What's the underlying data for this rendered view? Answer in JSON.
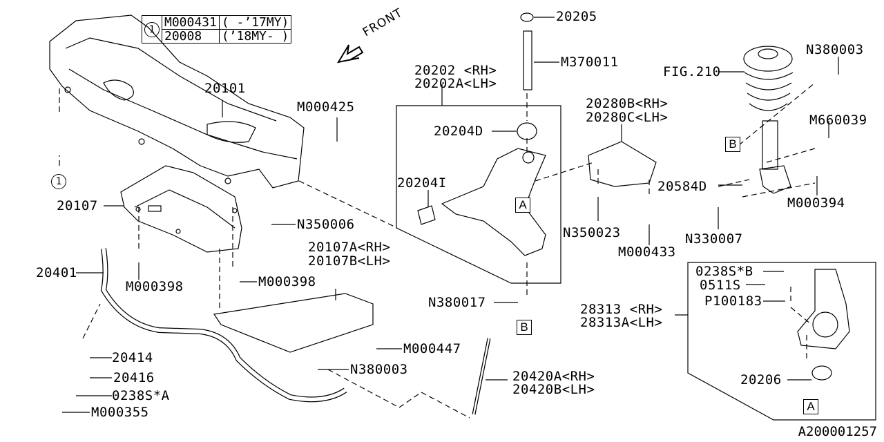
{
  "diagram": {
    "figure_id": "A200001257",
    "direction_label": "FRONT",
    "legend": {
      "marker": "1",
      "rows": [
        {
          "part": "M000431",
          "range": "( -’17MY)"
        },
        {
          "part": "20008",
          "range": "(’18MY- )"
        }
      ]
    },
    "callouts": {
      "p20101": "20101",
      "p20107": "20107",
      "pM000425": "M000425",
      "pN350006": "N350006",
      "pM000398a": "M000398",
      "pM000398b": "M000398",
      "p20401": "20401",
      "p20107A": "20107A<RH>",
      "p20107B": "20107B<LH>",
      "pM000447": "M000447",
      "pN380003a": "N380003",
      "p20414": "20414",
      "p20416": "20416",
      "p0238SA": "0238S*A",
      "pM000355": "M000355",
      "p20202": "20202 <RH>",
      "p20202A": "20202A<LH>",
      "p20204D": "20204D",
      "p20204I": "20204I",
      "p20205": "20205",
      "pM370011": "M370011",
      "pN380017": "N380017",
      "p20420A": "20420A<RH>",
      "p20420B": "20420B<LH>",
      "p20280B": "20280B<RH>",
      "p20280C": "20280C<LH>",
      "pN350023": "N350023",
      "pM000433": "M000433",
      "pFIG210": "FIG.210",
      "pN380003b": "N380003",
      "pM660039": "M660039",
      "p20584D": "20584D",
      "pM000394": "M000394",
      "pN330007": "N330007",
      "p0238SB": "0238S*B",
      "p0511S": "0511S",
      "pP100183": "P100183",
      "p28313": "28313 <RH>",
      "p28313A": "28313A<LH>",
      "p20206": "20206"
    },
    "reference_marks": {
      "A1": "A",
      "A2": "A",
      "B1": "B",
      "B2": "B",
      "circle1": "1"
    }
  }
}
